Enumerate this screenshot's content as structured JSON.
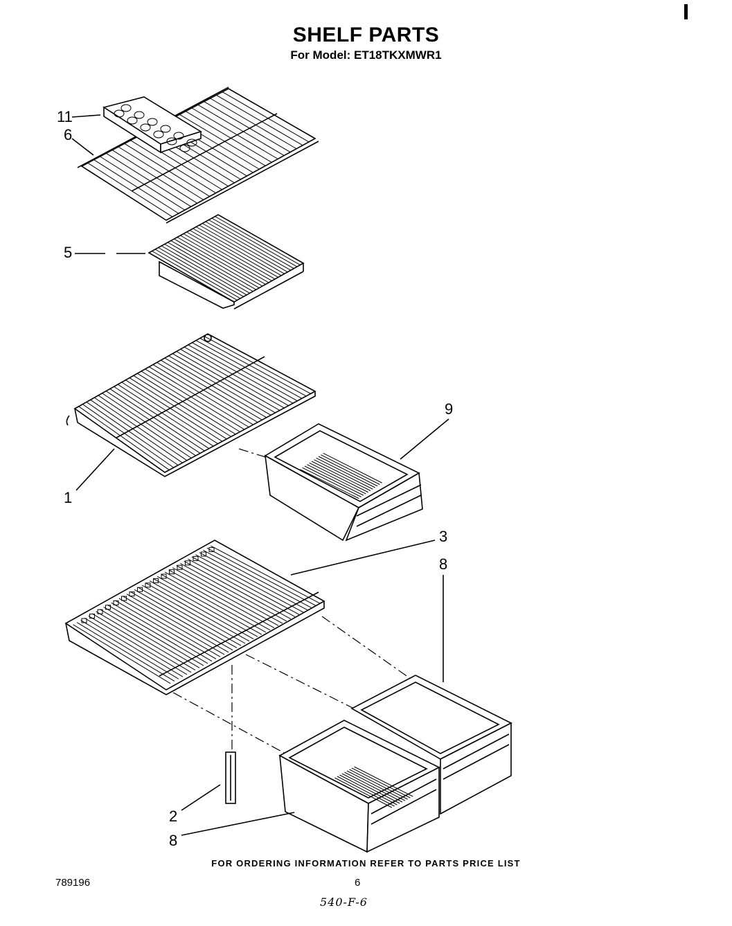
{
  "header": {
    "title": "SHELF PARTS",
    "subtitle": "For Model: ET18TKXMWR1"
  },
  "callouts": {
    "c11": "11",
    "c6": "6",
    "c5": "5",
    "c9": "9",
    "c1": "1",
    "c3": "3",
    "c8_top": "8",
    "c2": "2",
    "c8_bottom": "8"
  },
  "footer": {
    "note": "FOR ORDERING INFORMATION REFER TO PARTS PRICE LIST",
    "doc_number": "789196",
    "page_number": "6",
    "handwritten": "540-F-6"
  }
}
